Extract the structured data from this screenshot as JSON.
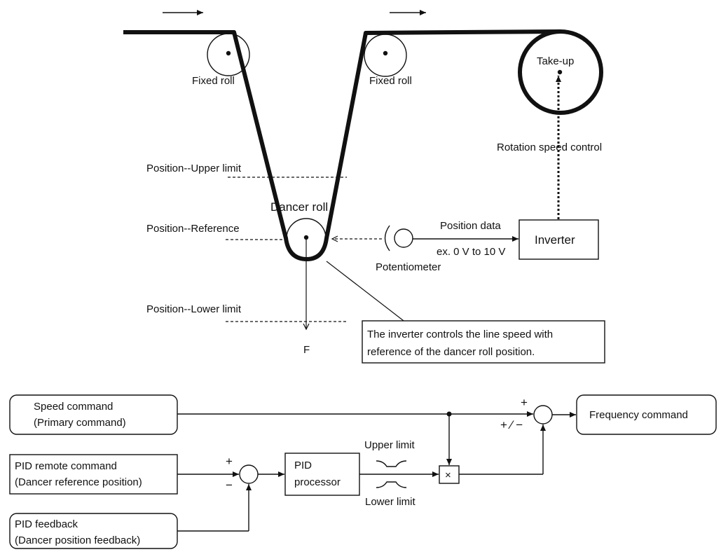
{
  "top": {
    "fixed_roll_left": "Fixed roll",
    "fixed_roll_right": "Fixed roll",
    "take_up": "Take-up",
    "rotation_speed_control": "Rotation speed control",
    "position_upper": "Position--Upper limit",
    "position_reference": "Position--Reference",
    "position_lower": "Position--Lower limit",
    "dancer_roll": "Dancer roll",
    "position_data": "Position data",
    "voltage_range": "ex. 0 V to 10 V",
    "inverter": "Inverter",
    "potentiometer": "Potentiometer",
    "force": "F",
    "note_line1": "The inverter controls the line speed with",
    "note_line2": "reference of the dancer roll position."
  },
  "bottom": {
    "speed_cmd_line1": "Speed command",
    "speed_cmd_line2": "(Primary command)",
    "frequency_cmd": "Frequency command",
    "pid_remote_line1": "PID remote command",
    "pid_remote_line2": "(Dancer reference position)",
    "pid_proc_line1": "PID",
    "pid_proc_line2": "processor",
    "upper_limit": "Upper limit",
    "lower_limit": "Lower limit",
    "pid_fb_line1": "PID feedback",
    "pid_fb_line2": "(Dancer position feedback)",
    "multiply": "×",
    "plus": "+",
    "minus": "−",
    "plus_minus": "+ ⁄ −"
  }
}
